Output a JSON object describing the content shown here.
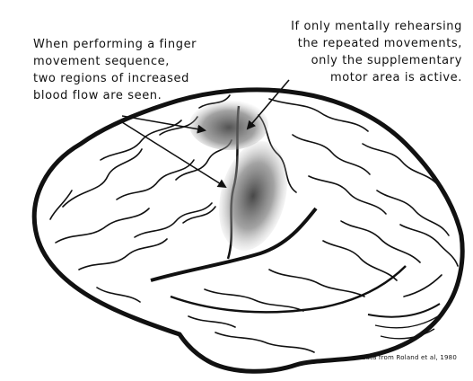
{
  "captions": {
    "left": "When performing a finger\nmovement sequence,\ntwo regions of increased\nblood flow are seen.",
    "right": "If only mentally rehearsing\nthe repeated movements,\nonly the supplementary\nmotor area is active."
  },
  "credit": "data from Roland et al, 1980",
  "colors": {
    "ink": "#111111",
    "background": "#ffffff",
    "activation": "#6a6a6a"
  }
}
